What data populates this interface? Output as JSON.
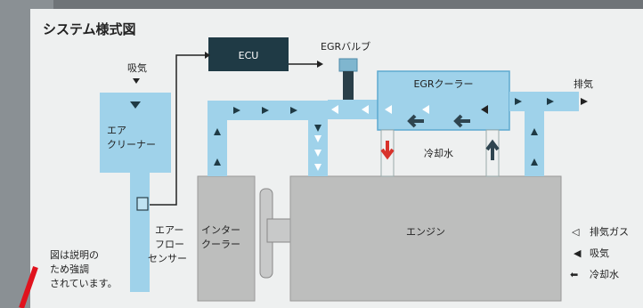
{
  "title": "システム様式図",
  "labels": {
    "ecu": "ECU",
    "egr_valve": "EGRバルブ",
    "intake_top": "吸気",
    "air_cleaner_1": "エア",
    "air_cleaner_2": "クリーナー",
    "egr_cooler": "EGRクーラー",
    "exhaust": "排気",
    "coolant": "冷却水",
    "afs_1": "エアー",
    "afs_2": "フロー",
    "afs_3": "センサー",
    "intercooler_1": "インター",
    "intercooler_2": "クーラー",
    "engine": "エンジン",
    "note_1": "図は説明の",
    "note_2": "ため強調",
    "note_3": "されています。"
  },
  "legend": [
    {
      "symbol": "◁",
      "label": "排気ガス"
    },
    {
      "symbol": "◀",
      "label": "吸気"
    },
    {
      "symbol": "⬅",
      "label": "冷却水"
    }
  ],
  "colors": {
    "panel": "#eef0f0",
    "pipe": "#9fd2ea",
    "pipe_dark": "#5ea9cf",
    "ecu": "#1f3a45",
    "engine": "#bdbebd",
    "coolant_hot": "#d8322b",
    "coolant_cold": "#2f4550",
    "red_mark": "#e0121d"
  }
}
